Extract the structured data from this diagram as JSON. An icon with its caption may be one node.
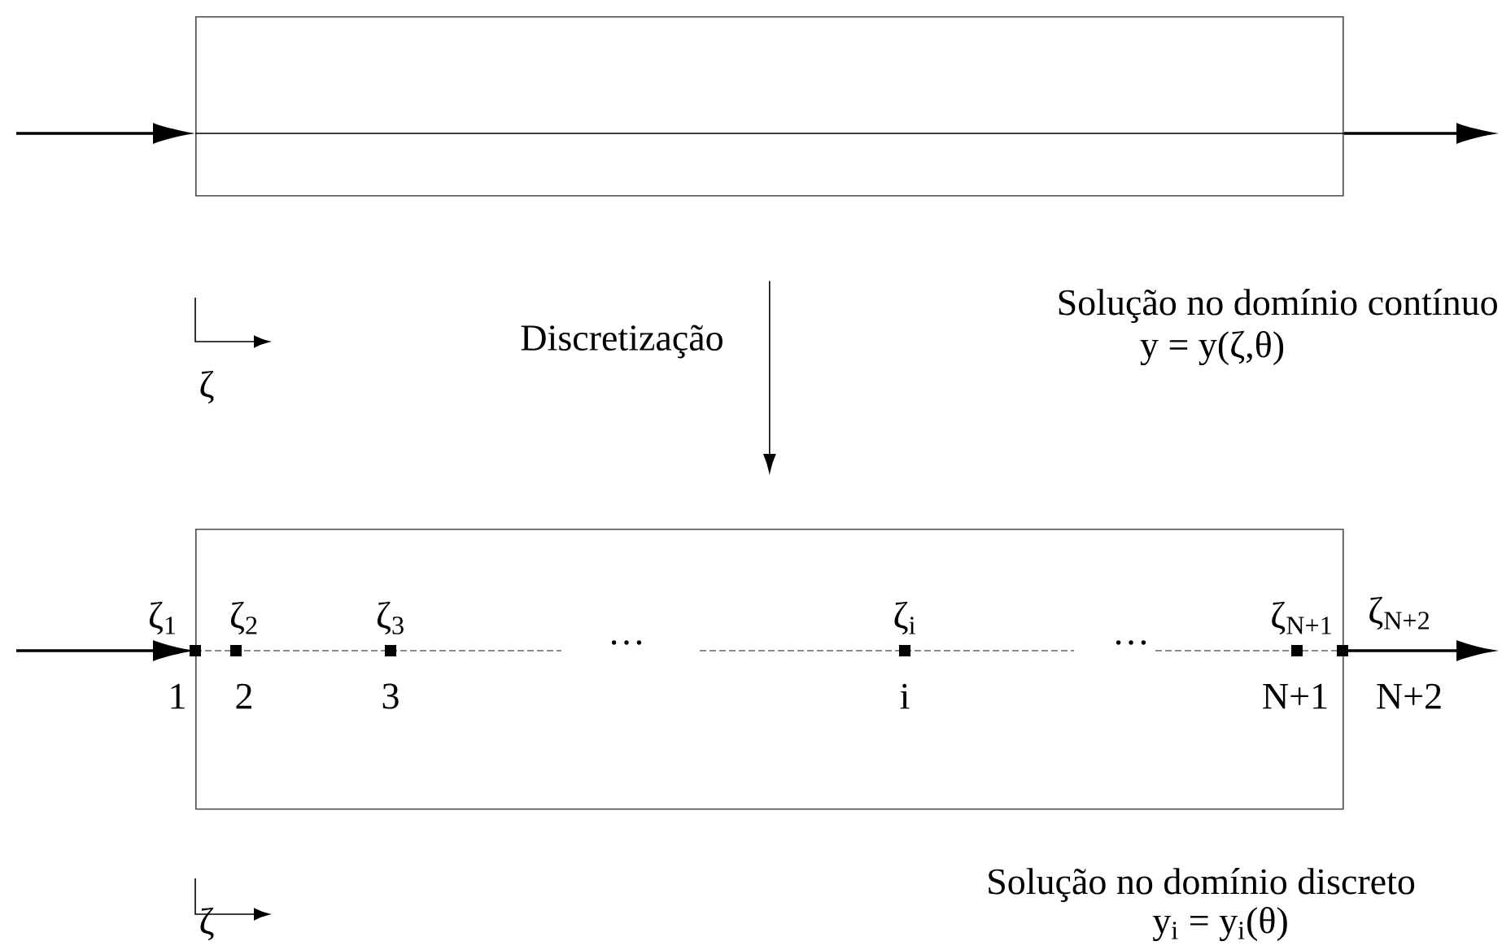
{
  "diagram": {
    "nodes": [
      {
        "text": [],
        "shape": "box"
      },
      {
        "text": [],
        "shape": "box"
      }
    ],
    "edges": [
      {
        "from": null,
        "to": 0,
        "arrow": "to"
      },
      {
        "from": 0,
        "to": null,
        "arrow": "to"
      },
      {
        "from": 0,
        "to": 1,
        "arrow": "to",
        "label": "Discretização"
      },
      {
        "from": null,
        "to": 1,
        "arrow": "to"
      },
      {
        "from": 1,
        "to": null,
        "arrow": "to"
      }
    ],
    "labels": [
      "ζ",
      "Solução no domínio contínuo",
      "y = y(ζ,θ)",
      "ζ$_{1}$",
      "ζ$_{2}$",
      "ζ$_{3}$",
      "ζ$_{i}$",
      "ζ$_{N+1}$",
      "ζ$_{N+2}$",
      "…",
      "…",
      "1",
      "2",
      "3",
      "i",
      "N+1",
      "N+2",
      "ζ",
      "Solução no domínio discreto",
      "y$_{i}$ = y$_{i}$(θ)"
    ]
  }
}
